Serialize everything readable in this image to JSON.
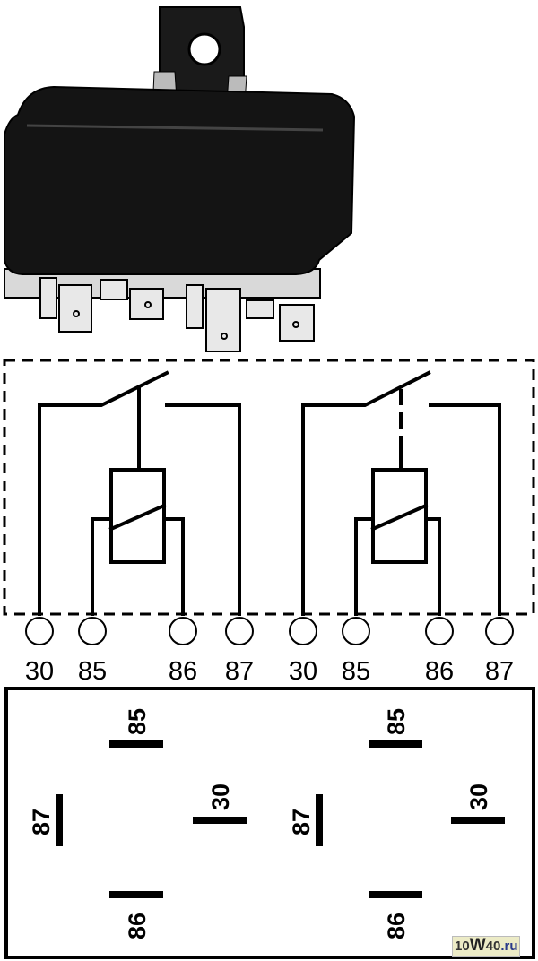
{
  "relay_left": {
    "terminals": [
      "30",
      "85",
      "86",
      "87"
    ]
  },
  "relay_right": {
    "terminals": [
      "30",
      "85",
      "86",
      "87"
    ]
  },
  "pinout_left": {
    "pin_85": "85",
    "pin_87": "87",
    "pin_30": "30",
    "pin_86": "86"
  },
  "pinout_right": {
    "pin_85": "85",
    "pin_87": "87",
    "pin_30": "30",
    "pin_86": "86"
  },
  "watermark": {
    "part1": "10",
    "part2": "W",
    "part3": "40",
    "part4": ".ru"
  },
  "colors": {
    "ink": "#000000",
    "relay_body": "#111111",
    "base": "#d9d9d9"
  }
}
